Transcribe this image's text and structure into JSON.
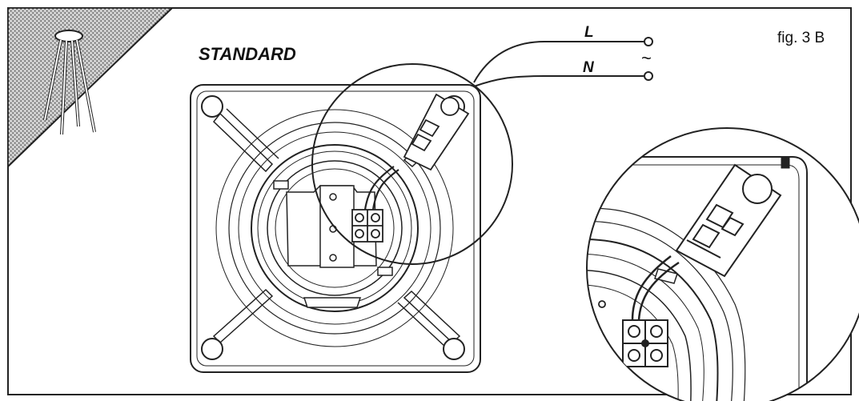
{
  "figure": {
    "title": "STANDARD",
    "figure_label": "fig. 3 B",
    "wires": {
      "live_label": "L",
      "neutral_label": "N",
      "ac_symbol": "~"
    }
  }
}
